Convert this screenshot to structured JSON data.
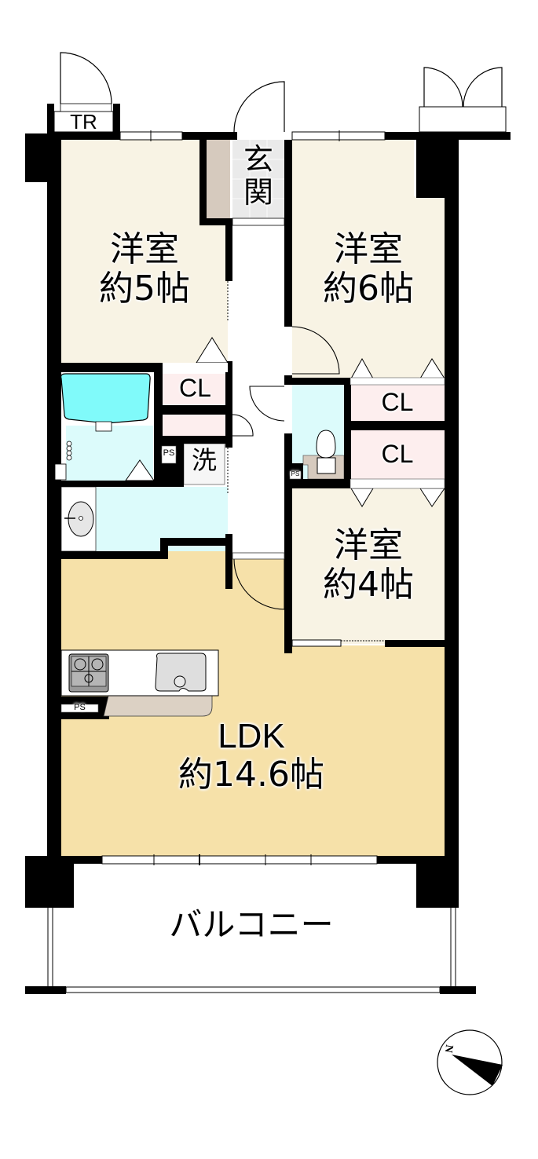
{
  "floorplan": {
    "rooms": {
      "western_room_5": {
        "name": "洋室",
        "size": "約5帖"
      },
      "western_room_6": {
        "name": "洋室",
        "size": "約6帖"
      },
      "western_room_4": {
        "name": "洋室",
        "size": "約4帖"
      },
      "ldk": {
        "name": "LDK",
        "size": "約14.6帖"
      },
      "entrance": {
        "line1": "玄",
        "line2": "関"
      },
      "laundry": {
        "name": "洗"
      },
      "balcony": {
        "name": "バルコニー"
      }
    },
    "labels": {
      "trunk_room": "TR",
      "closet_1": "CL",
      "closet_2": "CL",
      "closet_3": "CL",
      "pipe_space_1": "PS",
      "pipe_space_2": "PS",
      "pipe_space_3": "PS"
    },
    "compass": {
      "label": "N"
    },
    "colors": {
      "wall": "#000000",
      "western_room": "#f8f3e4",
      "ldk": "#f6e1a9",
      "closet": "#fdeeee",
      "wet_area": "#dcfbfb",
      "bathtub": "#80fafa",
      "entrance_floor": "#eaeaea",
      "shoe_box": "#d6cabe",
      "kitchen_back": "#dcd1c4"
    }
  }
}
